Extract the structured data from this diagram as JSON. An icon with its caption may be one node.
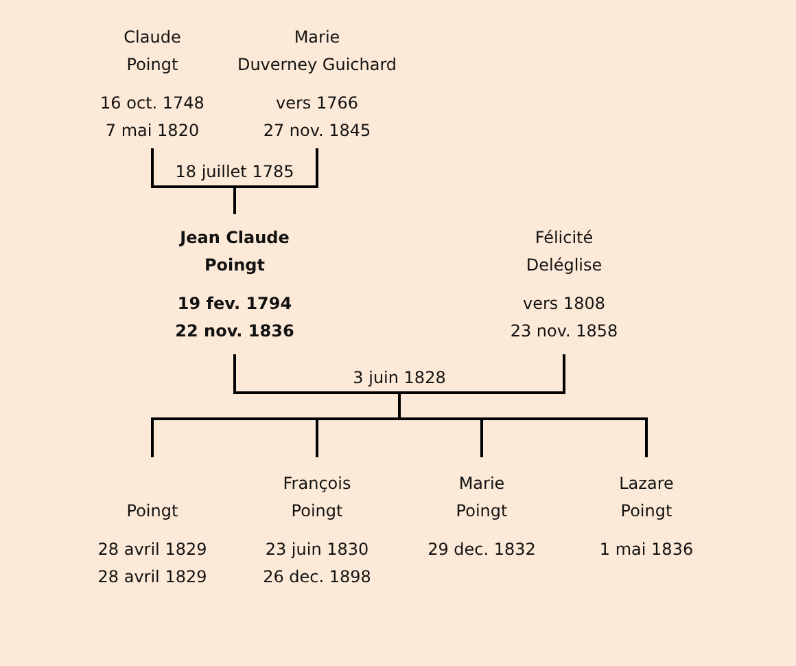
{
  "diagram": {
    "nodes": [
      {
        "text": [
          "Claude",
          "Poingt",
          "16 oct. 1748",
          "7 mai 1820"
        ]
      },
      {
        "text": [
          "Marie",
          "Duverney Guichard",
          "vers 1766",
          "27 nov. 1845"
        ]
      },
      {
        "text": [
          "Jean Claude",
          "Poingt",
          "19 fev. 1794",
          "22 nov. 1836"
        ]
      },
      {
        "text": [
          "Félicité",
          "Deléglise",
          "vers 1808",
          "23 nov. 1858"
        ]
      },
      {
        "text": [
          "Poingt",
          "28 avril 1829",
          "28 avril 1829"
        ]
      },
      {
        "text": [
          "François",
          "Poingt",
          "23 juin 1830",
          "26 dec. 1898"
        ]
      },
      {
        "text": [
          "Marie",
          "Poingt",
          "29 dec. 1832"
        ]
      },
      {
        "text": [
          "Lazare",
          "Poingt",
          "1 mai 1836"
        ]
      }
    ],
    "edges": [
      {
        "from": 0,
        "to": 2,
        "arrow": "none",
        "label": "18 juillet 1785"
      },
      {
        "from": 1,
        "to": 2,
        "arrow": "none"
      },
      {
        "from": 2,
        "to": 4,
        "arrow": "none",
        "label": "3 juin 1828"
      },
      {
        "from": 2,
        "to": 5,
        "arrow": "none"
      },
      {
        "from": 2,
        "to": 6,
        "arrow": "none"
      },
      {
        "from": 2,
        "to": 7,
        "arrow": "none"
      },
      {
        "from": 3,
        "to": 4,
        "arrow": "none"
      },
      {
        "from": 3,
        "to": 5,
        "arrow": "none"
      },
      {
        "from": 3,
        "to": 6,
        "arrow": "none"
      },
      {
        "from": 3,
        "to": 7,
        "arrow": "none"
      }
    ]
  }
}
